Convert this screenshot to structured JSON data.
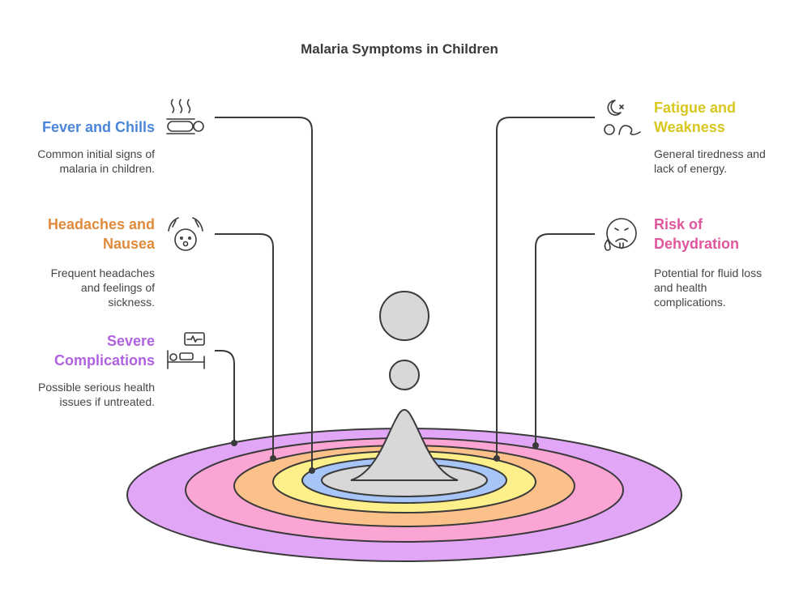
{
  "title": "Malaria Symptoms in Children",
  "colors": {
    "fever": "#4a86d8",
    "headaches": "#e08a3c",
    "severe": "#b061e0",
    "fatigue": "#d8c71f",
    "dehydration": "#e0559c",
    "ring_purple": "#e2a6f7",
    "ring_pink": "#fba5d5",
    "ring_orange": "#fcc08a",
    "ring_yellow": "#fdf08a",
    "ring_blue": "#a7c6f7",
    "drop_grey": "#d8d8d8"
  },
  "items": {
    "fever": {
      "title_line1": "Fever and Chills",
      "desc_line1": "Common initial signs of",
      "desc_line2": "malaria in children.",
      "icon": "person-chills-icon"
    },
    "headaches": {
      "title_line1": "Headaches and",
      "title_line2": "Nausea",
      "desc_line1": "Frequent headaches",
      "desc_line2": "and feelings of",
      "desc_line3": "sickness.",
      "icon": "sick-face-icon"
    },
    "severe": {
      "title_line1": "Severe",
      "title_line2": "Complications",
      "desc_line1": "Possible serious health",
      "desc_line2": "issues if untreated.",
      "icon": "hospital-bed-icon"
    },
    "fatigue": {
      "title_line1": "Fatigue and",
      "title_line2": "Weakness",
      "desc_line1": "General tiredness and",
      "desc_line2": "lack of energy.",
      "icon": "tired-moon-icon"
    },
    "dehydration": {
      "title_line1": "Risk of",
      "title_line2": "Dehydration",
      "desc_line1": "Potential for fluid loss",
      "desc_line2": "and health",
      "desc_line3": "complications.",
      "icon": "sweating-face-icon"
    }
  }
}
